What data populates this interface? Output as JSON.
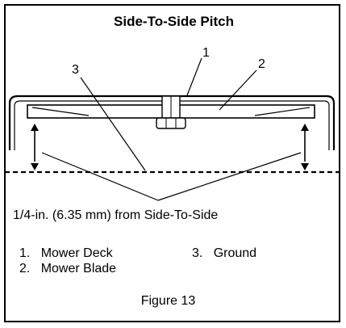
{
  "title": "Side-To-Side Pitch",
  "callouts": {
    "deck": "1",
    "blade": "2",
    "ground": "3"
  },
  "measurement_caption": "1/4-in. (6.35 mm) from Side-To-Side",
  "legend": [
    {
      "number": "1.",
      "label": "Mower Deck"
    },
    {
      "number": "2.",
      "label": "Mower Blade"
    },
    {
      "number": "3.",
      "label": "Ground"
    }
  ],
  "figure_label": "Figure 13"
}
